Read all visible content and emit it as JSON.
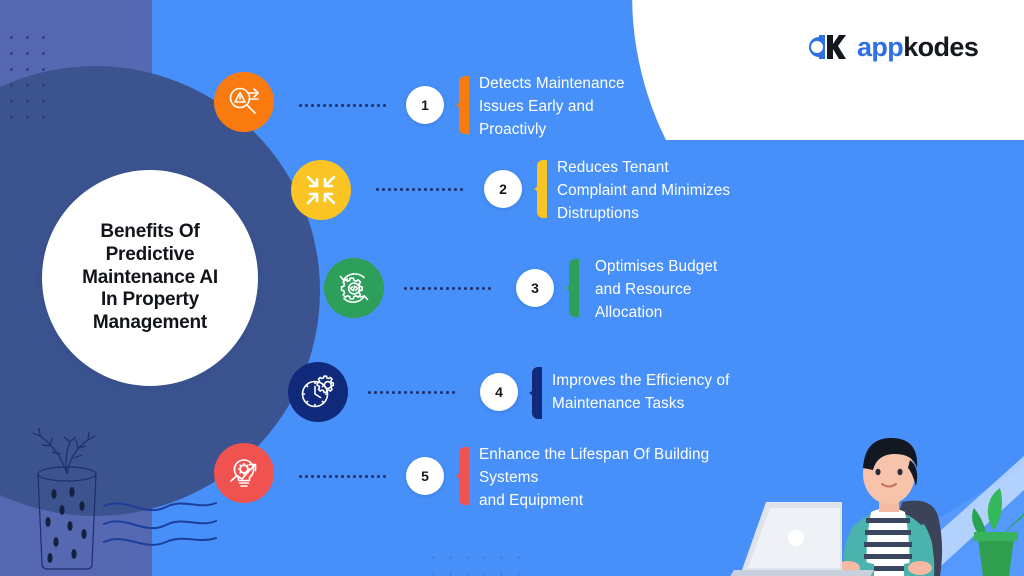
{
  "brand": {
    "logo_icon": "appkodes-ak-monogram-icon",
    "name_part1": "app",
    "name_part2": "kodes"
  },
  "center": {
    "title": "Benefits Of\nPredictive\nMaintenance AI\nIn Property\nManagement"
  },
  "colors": {
    "background_blue": "#4790fa",
    "left_band_purple": "#5668b2",
    "dark_disc": "#3b5490",
    "white": "#ffffff",
    "dot_navy": "#1d2f6b",
    "accent_1_orange": "#f97b10",
    "accent_2_yellow": "#fac524",
    "accent_3_green": "#2e9e5b",
    "accent_4_navy": "#11297a",
    "accent_5_red": "#f0534f"
  },
  "items": [
    {
      "number": "1",
      "text": "Detects Maintenance\nIssues Early and\nProactivly",
      "color": "#f97b10",
      "icon": "magnifier-warning-icon"
    },
    {
      "number": "2",
      "text": "Reduces Tenant\nComplaint and Minimizes\nDistruptions",
      "color": "#fac524",
      "icon": "collapse-arrows-icon"
    },
    {
      "number": "3",
      "text": "Optimises Budget\nand Resource\nAllocation",
      "color": "#2e9e5b",
      "icon": "gear-code-refresh-icon"
    },
    {
      "number": "4",
      "text": "Improves the Efficiency of\nMaintenance Tasks",
      "color": "#11297a",
      "icon": "clock-gear-icon"
    },
    {
      "number": "5",
      "text": "Enhance the Lifespan Of Building\nSystems\nand Equipment",
      "color": "#f0534f",
      "icon": "lightbulb-gear-growth-icon"
    }
  ],
  "decor": {
    "vase": "vase-with-branches-illustration",
    "waves": "wavy-lines-illustration",
    "person": "person-at-laptop-illustration",
    "plant": "potted-plant-illustration",
    "dots_topleft": "dot-grid-pattern",
    "dots_bottom": "dot-grid-pattern"
  }
}
